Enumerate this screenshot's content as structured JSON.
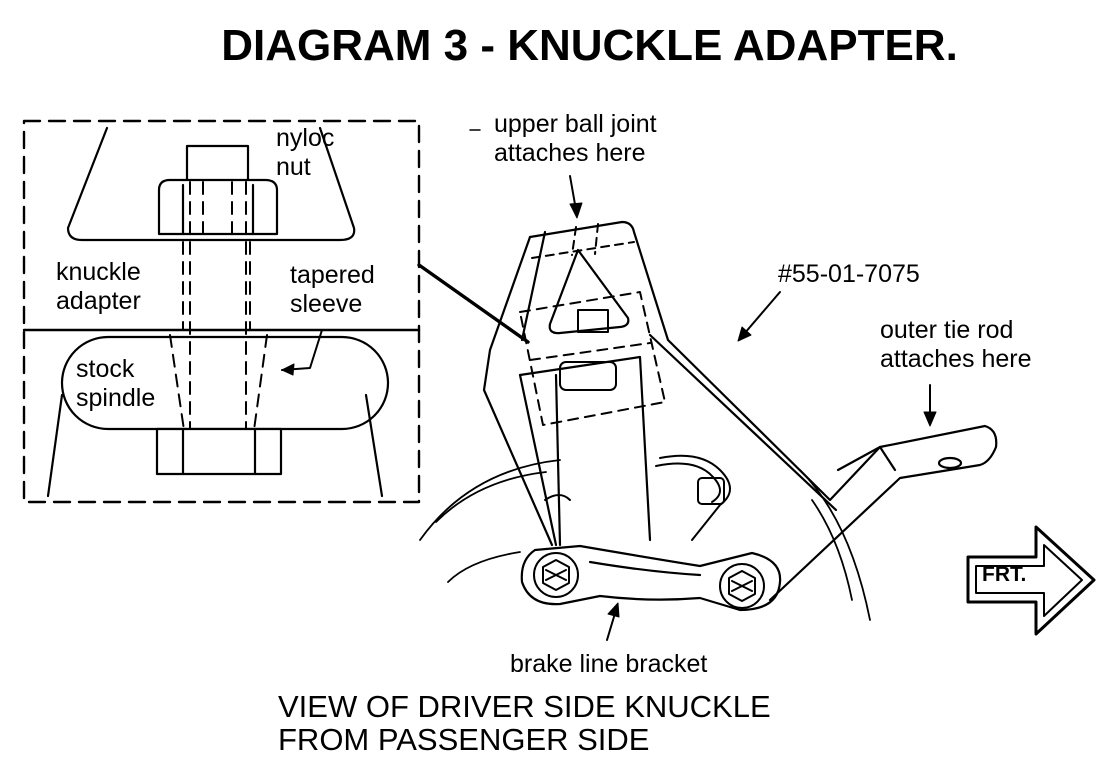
{
  "title": "DIAGRAM  3 - KNUCKLE ADAPTER.",
  "labels": {
    "nyloc_nut": [
      "nyloc",
      "nut"
    ],
    "knuckle_adapter": [
      "knuckle",
      "adapter"
    ],
    "tapered_sleeve": [
      "tapered",
      "sleeve"
    ],
    "stock_spindle": [
      "stock",
      "spindle"
    ],
    "upper_ball_joint": [
      "upper ball joint",
      "attaches here"
    ],
    "part_number": "#55-01-7075",
    "outer_tie_rod": [
      "outer tie rod",
      "attaches here"
    ],
    "brake_line_bracket": "brake line bracket",
    "front_arrow": "FRT."
  },
  "caption": [
    "VIEW OF DRIVER SIDE KNUCKLE",
    "FROM PASSENGER SIDE"
  ]
}
